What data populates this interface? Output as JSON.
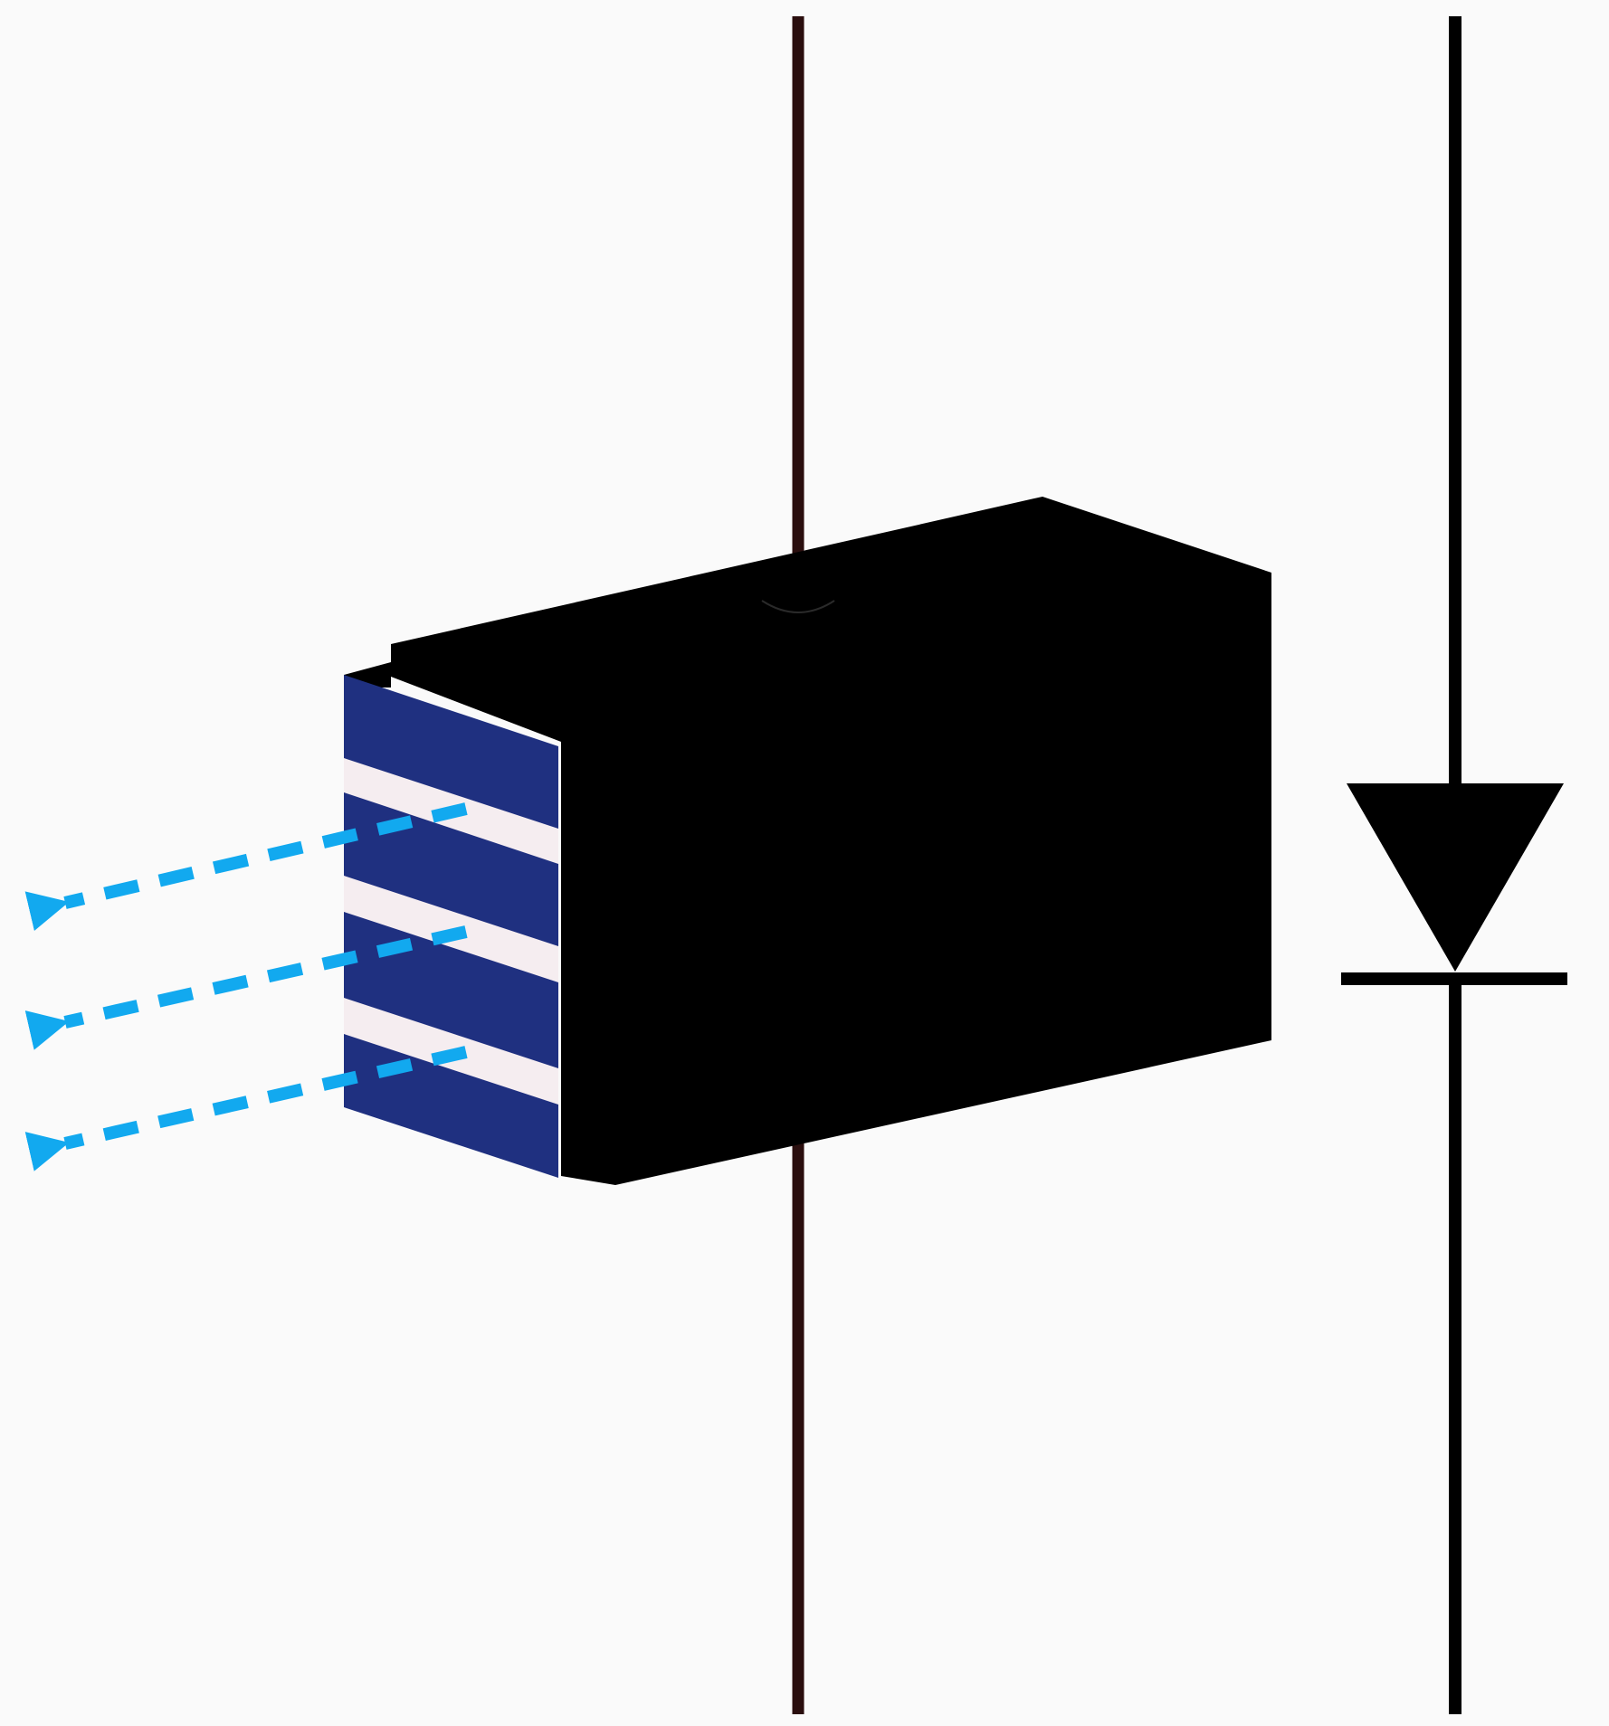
{
  "diagram": {
    "components": [
      {
        "id": "laser-diode-block",
        "kind": "multi-layer emitter block"
      },
      {
        "id": "diode-symbol",
        "kind": "schematic diode symbol"
      }
    ],
    "emitter": {
      "layer_count": 3,
      "emission_beam_count": 3
    },
    "colors": {
      "background": "#fafafa",
      "block_body": "#000000",
      "face_layer_dark": "#1f3080",
      "face_layer_light": "#f5edf0",
      "emission_arrow": "#12a9ef",
      "lead_wire": "#2a0e0e",
      "schematic": "#000000"
    },
    "icons": {
      "emission": "dashed-arrow-icon",
      "diode": "diode-symbol-icon"
    }
  }
}
